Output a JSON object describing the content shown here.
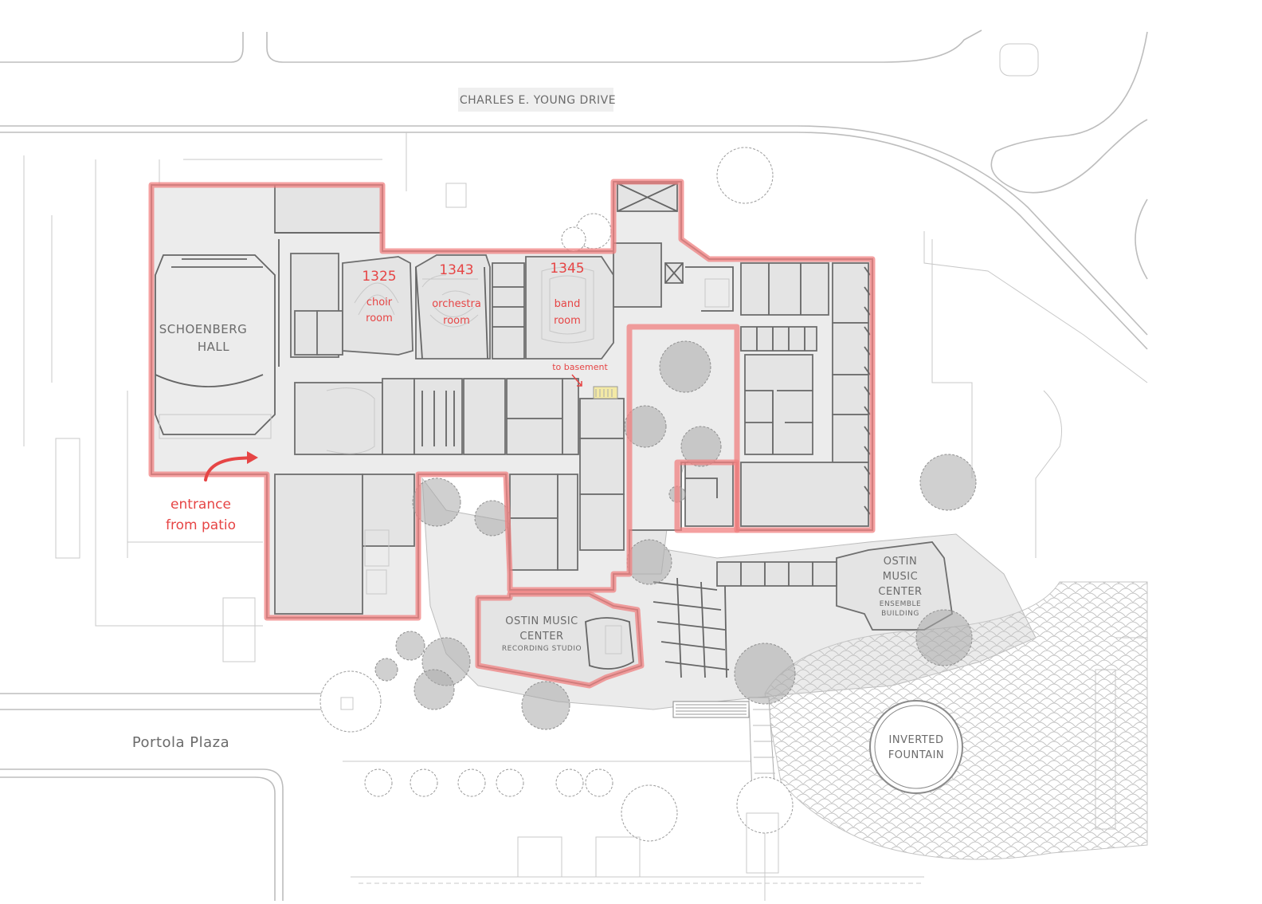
{
  "streets": {
    "charles_e_young_drive": "CHARLES E. YOUNG DRIVE",
    "portola_plaza": "Portola Plaza"
  },
  "buildings": {
    "schoenberg_hall": [
      "SCHOENBERG",
      "HALL"
    ],
    "ostin_recording": [
      "OSTIN MUSIC",
      "CENTER",
      "RECORDING STUDIO"
    ],
    "ostin_ensemble": [
      "OSTIN",
      "MUSIC",
      "CENTER",
      "ENSEMBLE",
      "BUILDING"
    ],
    "inverted_fountain": [
      "INVERTED",
      "FOUNTAIN"
    ]
  },
  "rooms": [
    {
      "number": "1325",
      "name": [
        "choir",
        "room"
      ]
    },
    {
      "number": "1343",
      "name": [
        "orchestra",
        "room"
      ]
    },
    {
      "number": "1345",
      "name": [
        "band",
        "room"
      ]
    }
  ],
  "annotations": {
    "to_basement": "to basement",
    "entrance": [
      "entrance",
      "from patio"
    ]
  },
  "colors": {
    "highlight": "#f08080",
    "annotation": "#e64545",
    "label": "#6b6b6b"
  }
}
